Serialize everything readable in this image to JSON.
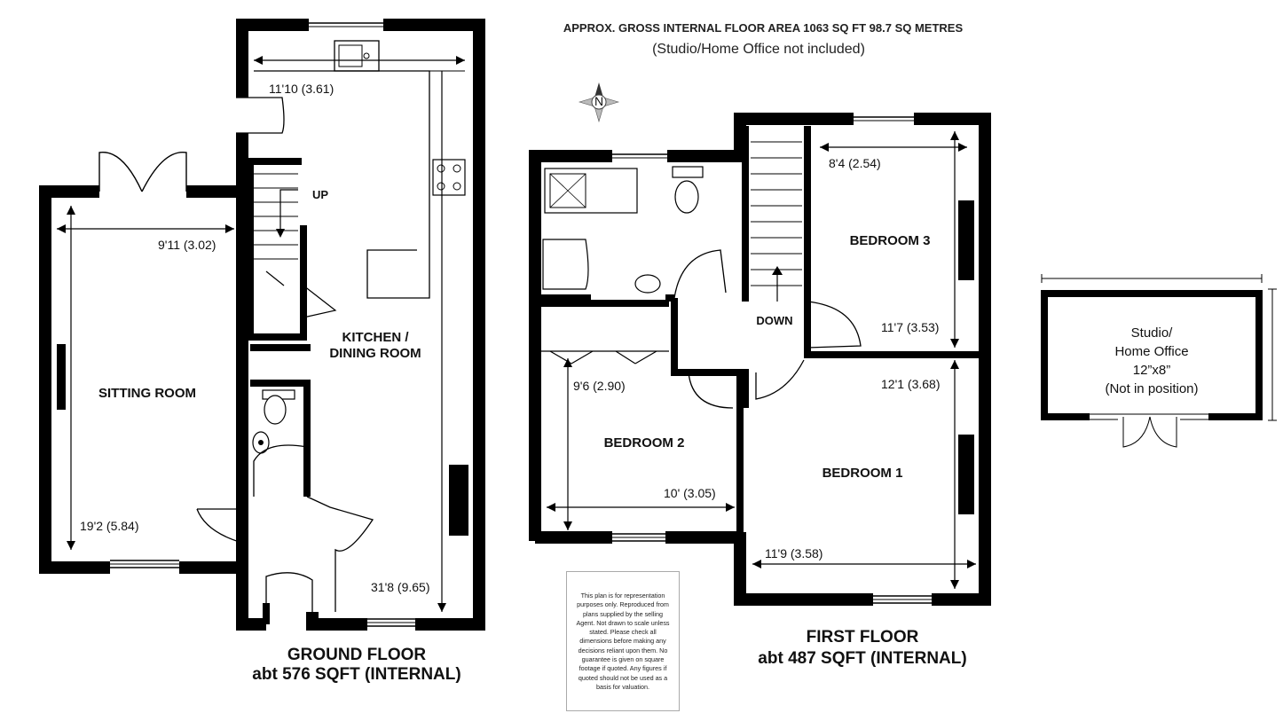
{
  "header": {
    "area_line": "APPROX. GROSS INTERNAL FLOOR AREA 1063 SQ FT 98.7 SQ METRES",
    "note_line": "(Studio/Home Office not included)"
  },
  "compass": {
    "letter": "N"
  },
  "ground_floor": {
    "title": "GROUND FLOOR",
    "subtitle": "abt 576 SQFT (INTERNAL)",
    "rooms": {
      "kitchen_line1": "KITCHEN /",
      "kitchen_line2": "DINING ROOM",
      "sitting_room": "SITTING ROOM"
    },
    "stairs_label": "UP",
    "dimensions": {
      "kitchen_width": "11'10 (3.61)",
      "kitchen_length": "31'8 (9.65)",
      "sitting_width": "9'11 (3.02)",
      "sitting_length": "19'2 (5.84)"
    }
  },
  "first_floor": {
    "title": "FIRST FLOOR",
    "subtitle": "abt 487 SQFT (INTERNAL)",
    "rooms": {
      "bedroom1": "BEDROOM 1",
      "bedroom2": "BEDROOM 2",
      "bedroom3": "BEDROOM 3"
    },
    "stairs_label": "DOWN",
    "dimensions": {
      "bed3_width": "8'4 (2.54)",
      "bed3_length": "11'7 (3.53)",
      "bed2_length": "9'6 (2.90)",
      "bed2_width": "10' (3.05)",
      "bed1_length": "12'1 (3.68)",
      "bed1_width": "11'9 (3.58)"
    }
  },
  "studio": {
    "line1": "Studio/",
    "line2": "Home Office",
    "line3": "12”x8”",
    "line4": "(Not in position)"
  },
  "disclaimer": {
    "text": "This plan is for representation purposes only. Reproduced from plans supplied by the selling Agent. Not drawn to scale unless stated. Please check all dimensions before making any decisions reliant upon them. No guarantee is given on square footage if quoted. Any figures if quoted should not be used as a basis for valuation."
  }
}
